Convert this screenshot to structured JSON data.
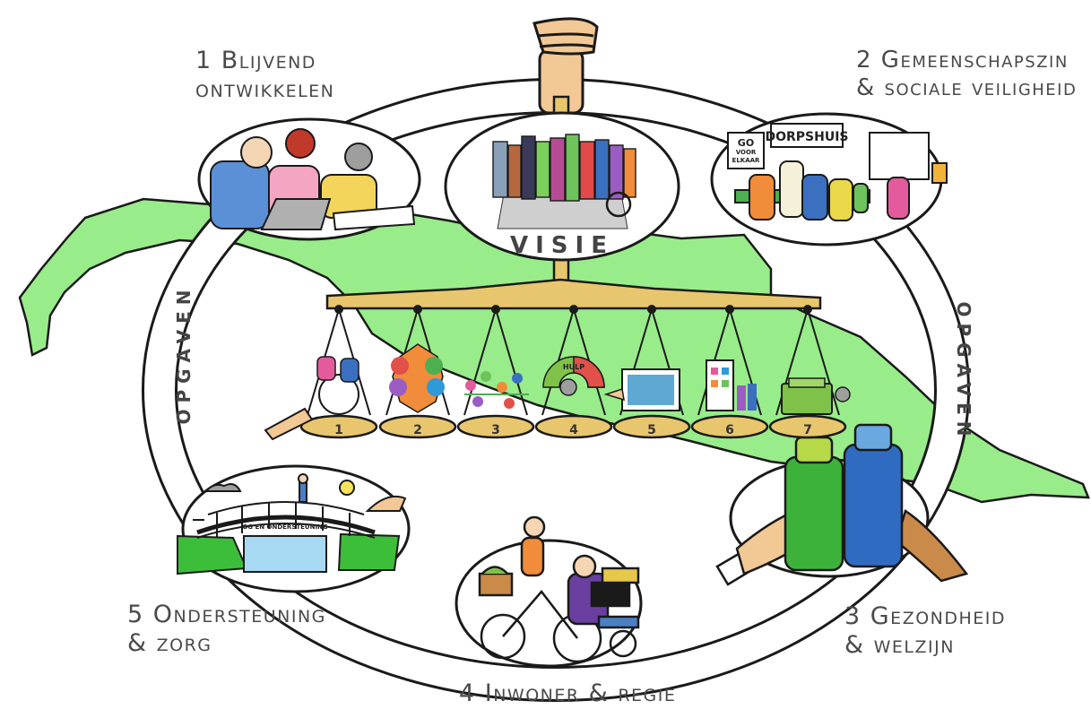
{
  "captions": {
    "c1": "1 Blijvend\nontwikkelen",
    "c2": "2 Gemeenschapszin\n& sociale veiligheid",
    "c3": "3 Gezondheid\n& welzijn",
    "c4": "4 Inwoner & regie",
    "c5": "5 Ondersteuning\n& zorg"
  },
  "ring_labels": {
    "left": "OPGAVEN",
    "right": "OPGAVEN"
  },
  "center": {
    "label": "VISIE"
  },
  "scale": {
    "pans": [
      "1",
      "2",
      "3",
      "4",
      "5",
      "6",
      "7"
    ]
  },
  "signs": {
    "dorpshuis": "DORPSHUIS",
    "go": [
      "GO",
      "VOOR",
      "ELKAAR"
    ],
    "hulp": "HULP",
    "bridge": "OG EN ONDERSTEUNING"
  },
  "colors": {
    "land": "#98ec8a",
    "wood": "#e8c66d",
    "outline": "#1a1a1a",
    "ring": "#ffffff"
  }
}
